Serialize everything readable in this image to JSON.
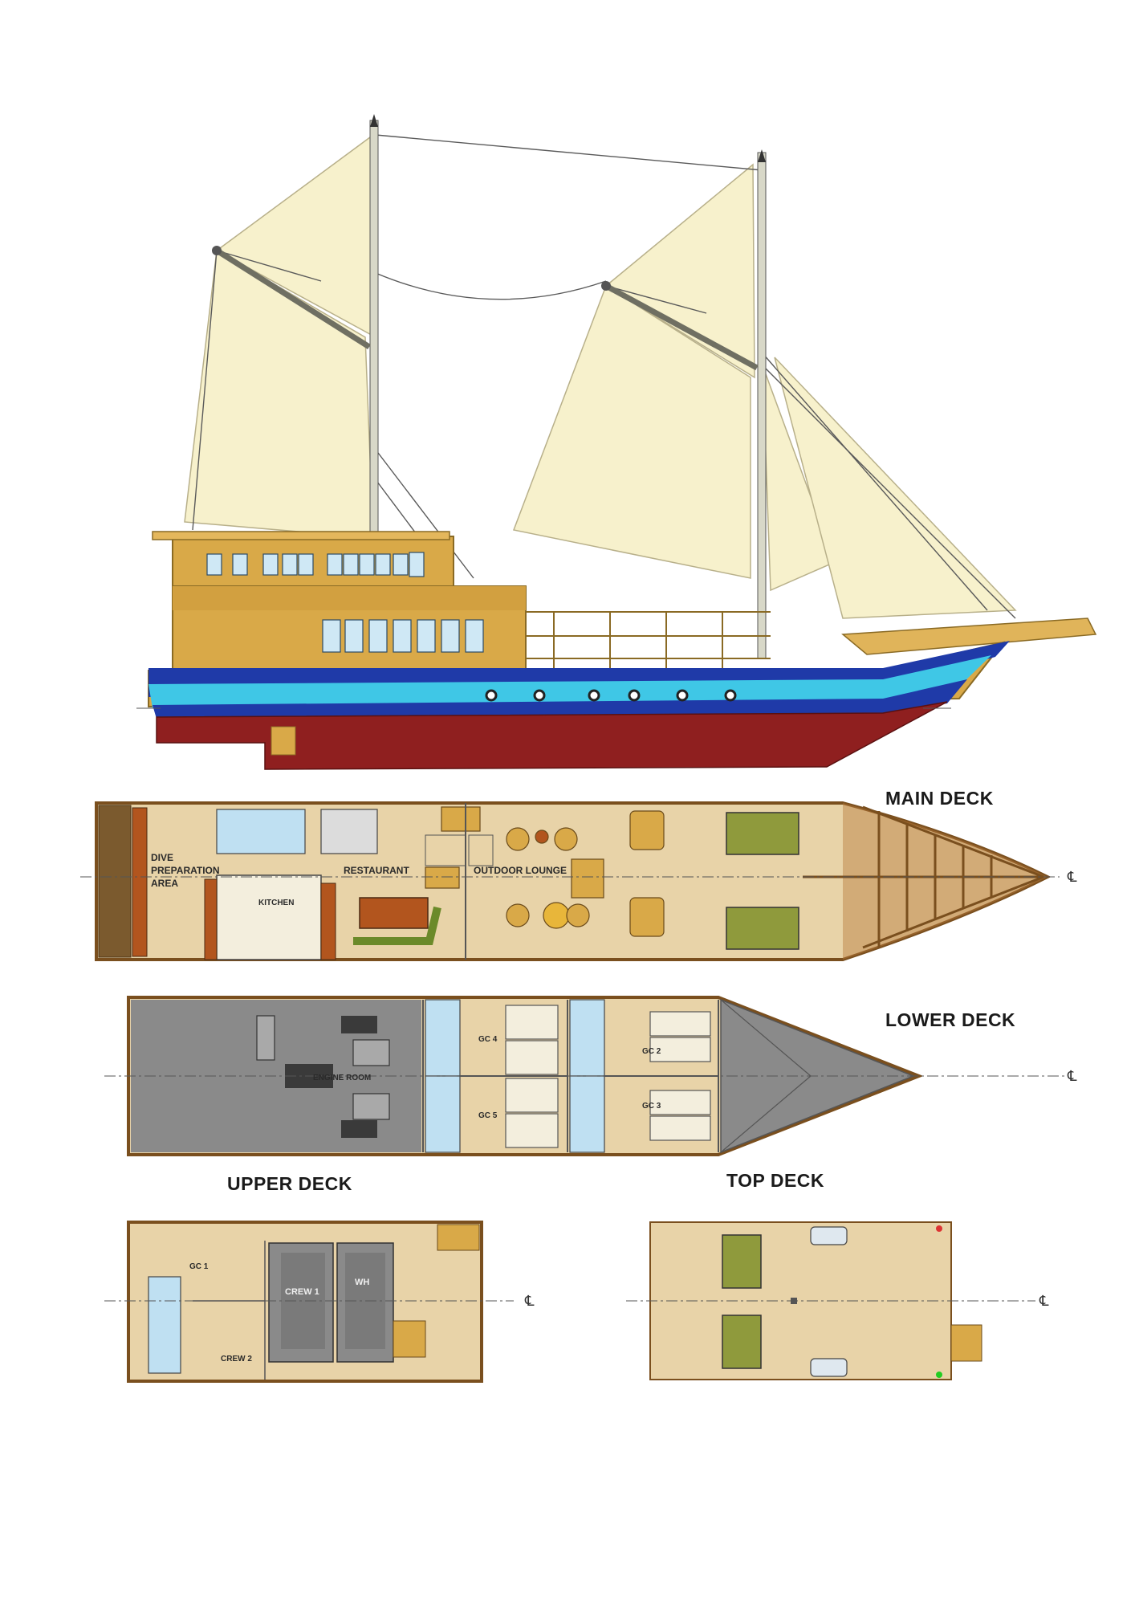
{
  "decks": {
    "main": {
      "title": "MAIN DECK",
      "rooms": {
        "dive_line1": "DIVE",
        "dive_line2": "PREPARATION",
        "dive_line3": "AREA",
        "kitchen": "KITCHEN",
        "restaurant": "RESTAURANT",
        "outdoor_lounge": "OUTDOOR LOUNGE"
      }
    },
    "lower": {
      "title": "LOWER DECK",
      "rooms": {
        "engine_room": "ENGINE ROOM",
        "gc4": "GC 4",
        "gc5": "GC 5",
        "gc2": "GC 2",
        "gc3": "GC 3"
      }
    },
    "upper": {
      "title": "UPPER DECK",
      "rooms": {
        "gc1": "GC 1",
        "crew1": "CREW 1",
        "crew2": "CREW 2",
        "wh": "WH"
      }
    },
    "top": {
      "title": "TOP DECK"
    }
  },
  "centerline_mark": "℄",
  "colors": {
    "sail": "#f7f1cc",
    "cabin": "#d9a948",
    "deck": "#e8d3a8",
    "hull_blue": "#1f3aa8",
    "hull_cyan": "#3fc7e6",
    "hull_red": "#8f1f1f",
    "engine": "#8a8a8a",
    "wet": "#bfe0f2",
    "bunk": "#a7b24a"
  }
}
